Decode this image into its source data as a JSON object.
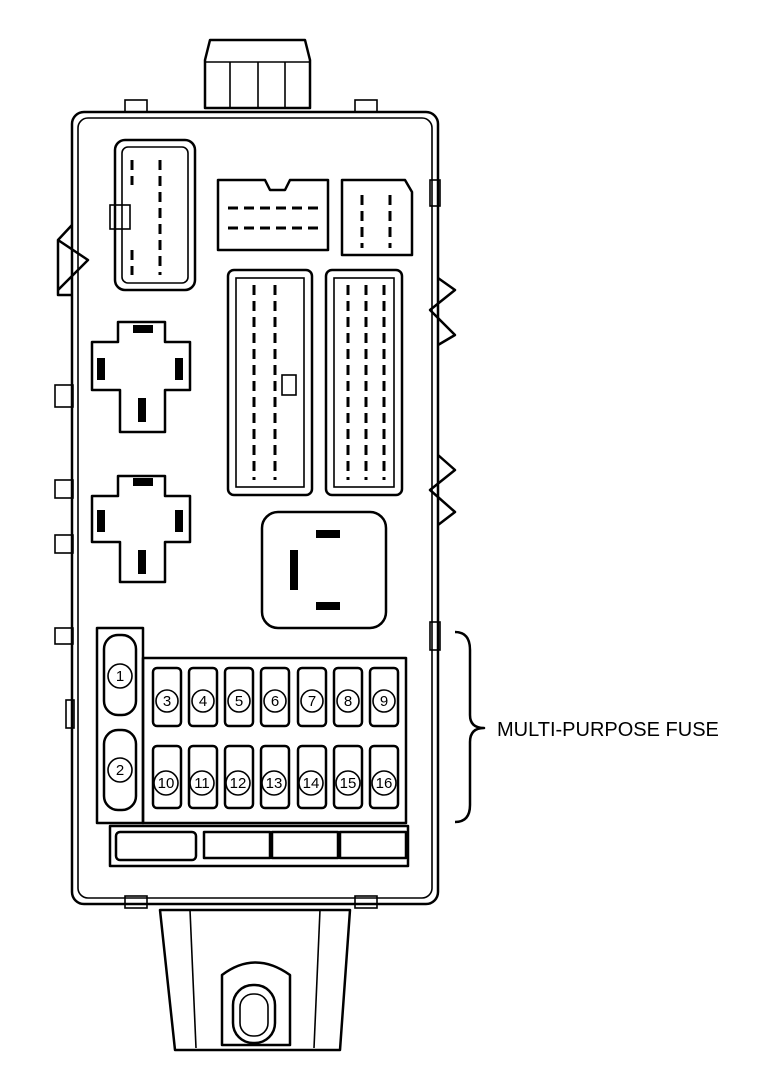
{
  "callout": {
    "label": "MULTI-PURPOSE FUSE"
  },
  "large_fuses": [
    {
      "number": "1"
    },
    {
      "number": "2"
    }
  ],
  "fuse_rows": [
    {
      "numbers": [
        "3",
        "4",
        "5",
        "6",
        "7",
        "8",
        "9"
      ]
    },
    {
      "numbers": [
        "10",
        "11",
        "12",
        "13",
        "14",
        "15",
        "16"
      ]
    }
  ]
}
